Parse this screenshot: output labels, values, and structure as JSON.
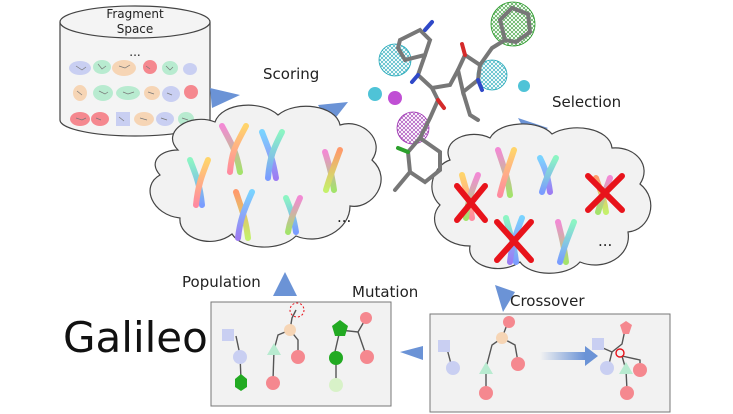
{
  "brand": "Galileo",
  "fragment_space": {
    "line1": "Fragment",
    "line2": "Space",
    "ellipsis": "..."
  },
  "stages": {
    "scoring": "Scoring",
    "selection": "Selection",
    "crossover": "Crossover",
    "mutation": "Mutation",
    "population": "Population"
  },
  "population_cloud": {
    "ellipsis": "..."
  },
  "selection_cloud": {
    "ellipsis": "..."
  },
  "colors": {
    "arrow": "#6b93d6",
    "reject_cross": "#e8131b",
    "fragment_pink": "#f5888f",
    "fragment_lavender": "#c9cff2",
    "fragment_mint": "#b8ebd0",
    "fragment_peach": "#f6d5b5",
    "fragment_green": "#22aa22"
  }
}
